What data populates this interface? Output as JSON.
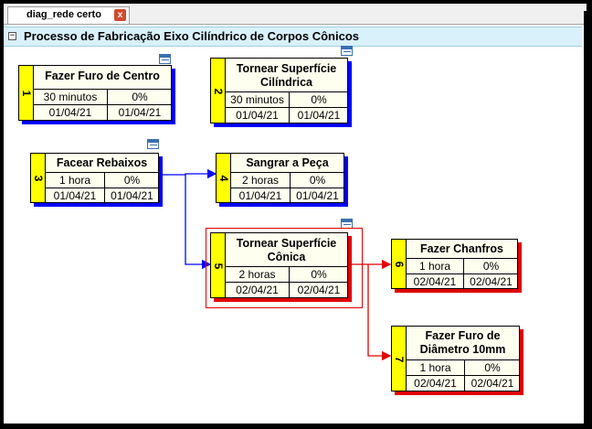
{
  "tab": {
    "label": "diag_rede certo",
    "close_glyph": "x"
  },
  "group": {
    "collapse_glyph": "−",
    "title": "Processo de Fabricação Eixo Cilíndrico de Corpos Cônicos"
  },
  "nodes": [
    {
      "id": "1",
      "title": "Fazer Furo de Centro",
      "duration": "30 minutos",
      "complete": "0%",
      "start": "01/04/21",
      "finish": "01/04/21",
      "critical": false
    },
    {
      "id": "2",
      "title": "Tornear Superfície Cilíndrica",
      "duration": "30 minutos",
      "complete": "0%",
      "start": "01/04/21",
      "finish": "01/04/21",
      "critical": false
    },
    {
      "id": "3",
      "title": "Facear Rebaixos",
      "duration": "1 hora",
      "complete": "0%",
      "start": "01/04/21",
      "finish": "01/04/21",
      "critical": false
    },
    {
      "id": "4",
      "title": "Sangrar a Peça",
      "duration": "2 horas",
      "complete": "0%",
      "start": "01/04/21",
      "finish": "01/04/21",
      "critical": false
    },
    {
      "id": "5",
      "title": "Tornear Superfície Cônica",
      "duration": "2 horas",
      "complete": "0%",
      "start": "02/04/21",
      "finish": "02/04/21",
      "critical": true
    },
    {
      "id": "6",
      "title": "Fazer Chanfros",
      "duration": "1 hora",
      "complete": "0%",
      "start": "02/04/21",
      "finish": "02/04/21",
      "critical": true
    },
    {
      "id": "7",
      "title": "Fazer Furo de Diâmetro 10mm",
      "duration": "1 hora",
      "complete": "0%",
      "start": "02/04/21",
      "finish": "02/04/21",
      "critical": true
    }
  ],
  "colors": {
    "normal": "#0000ff",
    "critical": "#e00000",
    "id_bar": "#ffff00",
    "card_bg": "#fffff0"
  }
}
